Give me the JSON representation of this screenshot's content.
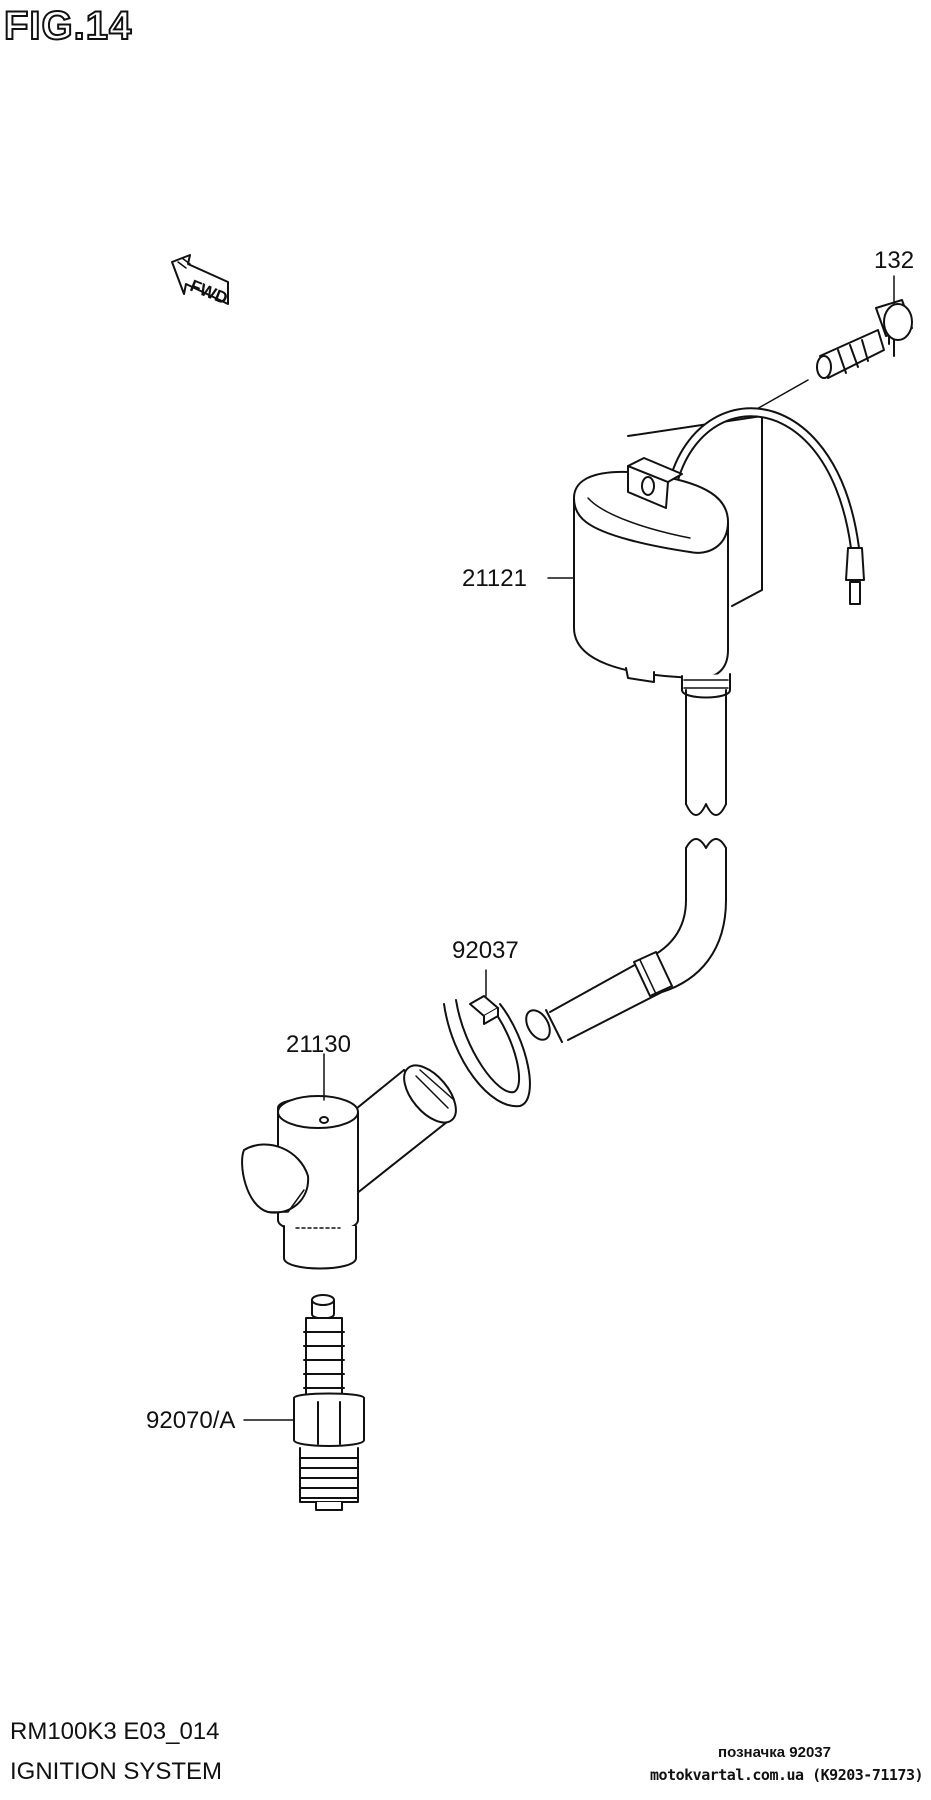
{
  "figure": {
    "title": "FIG.14",
    "direction_label": "FWD"
  },
  "callouts": {
    "bolt": "132",
    "ignition_coil": "21121",
    "clamp": "92037",
    "plug_cap": "21130",
    "spark_plug": "92070/A"
  },
  "footer": {
    "model_code": "RM100K3 E03_014",
    "section_title": "IGNITION SYSTEM",
    "part_reference": "позначка 92037",
    "site": "motokvartal.com.ua (K9203-71173)"
  }
}
